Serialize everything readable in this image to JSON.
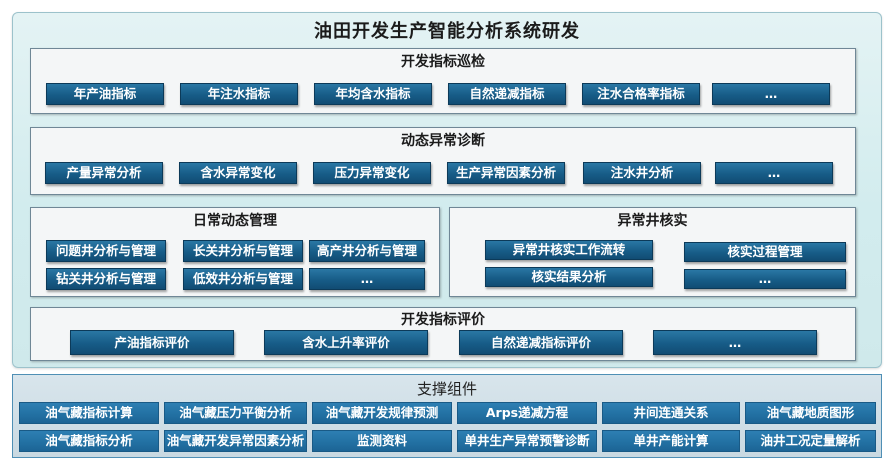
{
  "title": "油田开发生产智能分析系统研发",
  "sections": {
    "dev_inspection": {
      "title": "开发指标巡检",
      "items": [
        "年产油指标",
        "年注水指标",
        "年均含水指标",
        "自然递减指标",
        "注水合格率指标",
        "…"
      ]
    },
    "dynamic_diagnosis": {
      "title": "动态异常诊断",
      "items": [
        "产量异常分析",
        "含水异常变化",
        "压力异常变化",
        "生产异常因素分析",
        "注水井分析",
        "…"
      ]
    },
    "daily_management": {
      "title": "日常动态管理",
      "items": [
        "问题井分析与管理",
        "长关井分析与管理",
        "高产井分析与管理",
        "钻关井分析与管理",
        "低效井分析与管理",
        "…"
      ]
    },
    "abnormal_well_check": {
      "title": "异常井核实",
      "items": [
        "异常井核实工作流转",
        "核实过程管理",
        "核实结果分析",
        "…"
      ]
    },
    "dev_evaluation": {
      "title": "开发指标评价",
      "items": [
        "产油指标评价",
        "含水上升率评价",
        "自然递减指标评价",
        "…"
      ]
    }
  },
  "support": {
    "title": "支撑组件",
    "rows": [
      [
        "油气藏指标计算",
        "油气藏压力平衡分析",
        "油气藏开发规律预测",
        "Arps递减方程",
        "井间连通关系",
        "油气藏地质图形"
      ],
      [
        "油气藏指标分析",
        "油气藏开发异常因素分析",
        "监测资料",
        "单井生产异常预警诊断",
        "单井产能计算",
        "油井工况定量解析"
      ]
    ]
  }
}
